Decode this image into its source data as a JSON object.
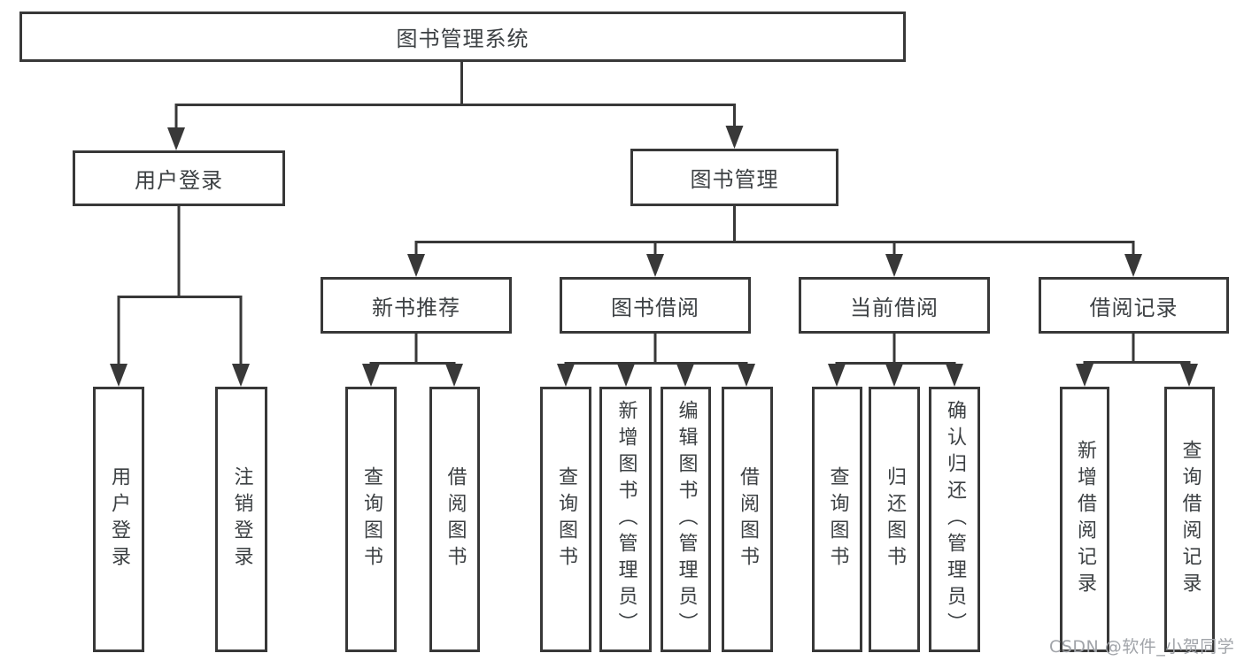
{
  "tree": {
    "root": {
      "label": "图书管理系统"
    },
    "branches": [
      {
        "label": "用户登录",
        "children": [
          {
            "label": "用户登录"
          },
          {
            "label": "注销登录"
          }
        ]
      },
      {
        "label": "图书管理",
        "children": [
          {
            "label": "新书推荐",
            "children": [
              {
                "label": "查询图书"
              },
              {
                "label": "借阅图书"
              }
            ]
          },
          {
            "label": "图书借阅",
            "children": [
              {
                "label": "查询图书"
              },
              {
                "label": "新增图书（管理员）"
              },
              {
                "label": "编辑图书（管理员）"
              },
              {
                "label": "借阅图书"
              }
            ]
          },
          {
            "label": "当前借阅",
            "children": [
              {
                "label": "查询图书"
              },
              {
                "label": "归还图书"
              },
              {
                "label": "确认归还（管理员）"
              }
            ]
          },
          {
            "label": "借阅记录",
            "children": [
              {
                "label": "新增借阅记录"
              },
              {
                "label": "查询借阅记录"
              }
            ]
          }
        ]
      }
    ]
  },
  "watermark": {
    "text": "CSDN @软件_小贺同学",
    "color": "#a1a4a9"
  },
  "colors": {
    "line": "#383838",
    "text": "#3c4043",
    "background": "#ffffff"
  }
}
